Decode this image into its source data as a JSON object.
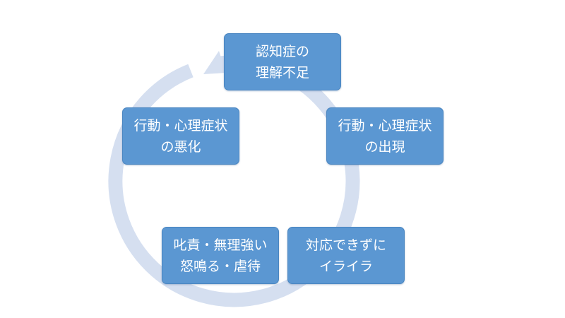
{
  "diagram": {
    "ring_color": "#d5dff0",
    "node_color": "#5b97d2",
    "nodes": [
      {
        "id": "top",
        "line1": "認知症の",
        "line2": "理解不足"
      },
      {
        "id": "right",
        "line1": "行動・心理症状",
        "line2": "の出現"
      },
      {
        "id": "br",
        "line1": "対応できずに",
        "line2": "イライラ"
      },
      {
        "id": "bl",
        "line1": "叱責・無理強い",
        "line2": "怒鳴る・虐待"
      },
      {
        "id": "left",
        "line1": "行動・心理症状",
        "line2": "の悪化"
      }
    ]
  }
}
